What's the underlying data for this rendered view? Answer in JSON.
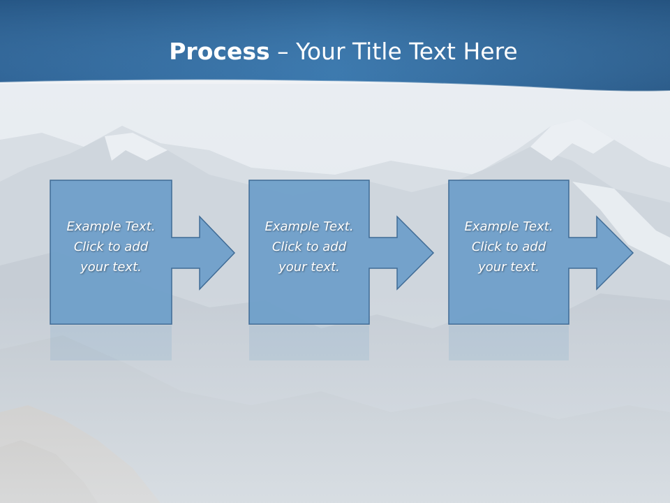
{
  "slide": {
    "title_bold": "Process",
    "title_rest": " – Your Title Text Here"
  },
  "steps": [
    {
      "lines": [
        "Example Text.",
        "Click  to add",
        "your text."
      ]
    },
    {
      "lines": [
        "Example Text.",
        "Click  to add",
        "your text."
      ]
    },
    {
      "lines": [
        "Example Text.",
        "Click  to add",
        "your text."
      ]
    }
  ],
  "colors": {
    "header_dark": "#2e5f8e",
    "header_light": "#4b8cc0",
    "box_fill": "#6f9fc9",
    "box_stroke": "#3f6b95",
    "text": "#ffffff"
  }
}
